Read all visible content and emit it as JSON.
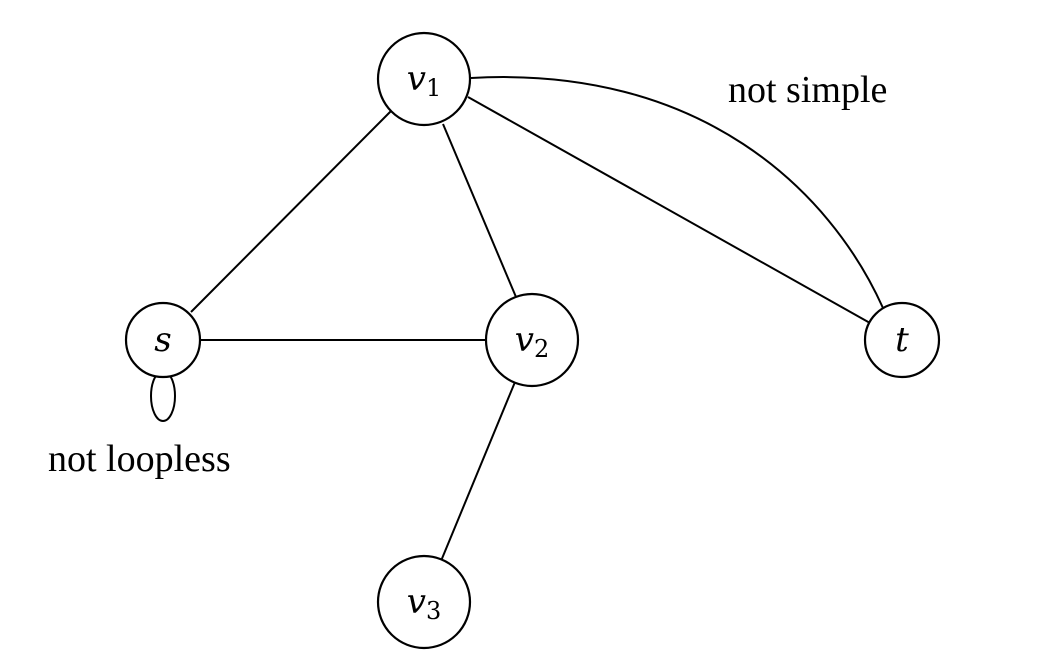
{
  "nodes": {
    "v1": {
      "base": "v",
      "sub": "1"
    },
    "s": {
      "base": "s",
      "sub": ""
    },
    "v2": {
      "base": "v",
      "sub": "2"
    },
    "t": {
      "base": "t",
      "sub": ""
    },
    "v3": {
      "base": "v",
      "sub": "3"
    }
  },
  "annotations": {
    "not_simple": "not simple",
    "not_loopless": "not loopless"
  }
}
